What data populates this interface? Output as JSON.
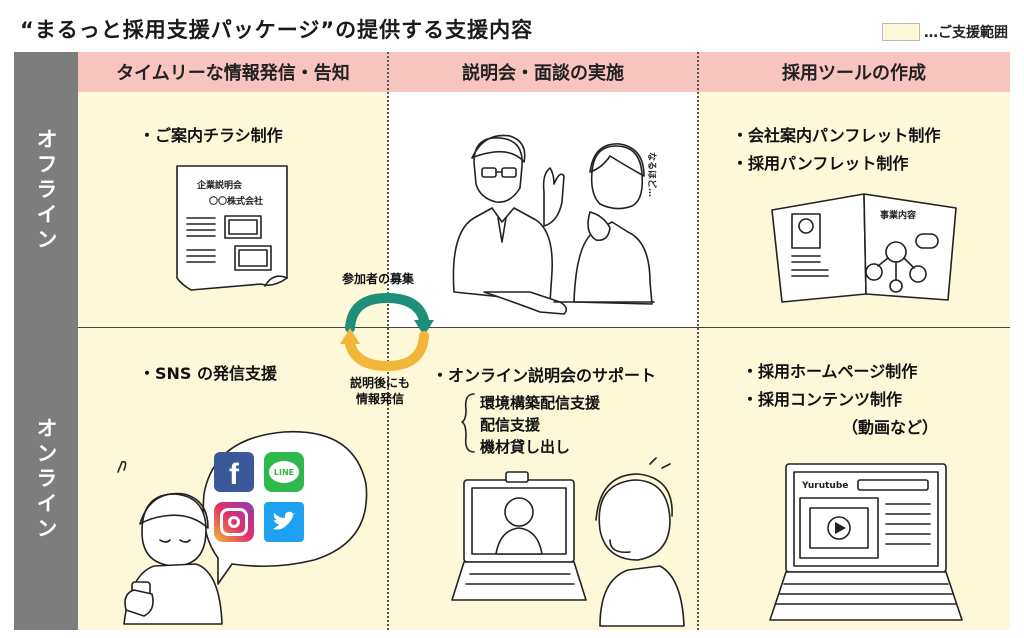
{
  "title": "“まるっと採用支援パッケージ”の提供する支援内容",
  "legend": {
    "label": "…ご支援範囲",
    "color": "#fdf8d8"
  },
  "columns": [
    {
      "label": "タイムリーな情報発信・告知"
    },
    {
      "label": "説明会・面談の実施"
    },
    {
      "label": "採用ツールの作成"
    }
  ],
  "rows": [
    {
      "label": "オフライン"
    },
    {
      "label": "オンライン"
    }
  ],
  "cells": {
    "offline_info": {
      "bullet": "・ご案内チラシ制作",
      "flyer_title": "企業説明会",
      "flyer_company": "〇〇株式会社"
    },
    "offline_seminar": {
      "speech": "なるほど…"
    },
    "offline_tools": {
      "bullet1": "・会社案内パンフレット制作",
      "bullet2": "・採用パンフレット制作",
      "brochure_label": "事業内容"
    },
    "online_info": {
      "bullet": "・SNS の発信支援",
      "sns_line": "LINE"
    },
    "online_seminar": {
      "bullet": "・オンライン説明会のサポート",
      "items": [
        "環境構築配信支援",
        "配信支援",
        "機材貸し出し"
      ]
    },
    "online_tools": {
      "bullet1": "・採用ホームページ制作",
      "bullet2": "・採用コンテンツ制作",
      "bullet3": "（動画など）",
      "site_logo": "Yurutube"
    }
  },
  "cycle": {
    "top_label": "参加者の募集",
    "bottom_label_1": "説明後にも",
    "bottom_label_2": "情報発信",
    "color_top": "#1f8f7a",
    "color_bottom": "#f2b63a"
  },
  "colors": {
    "header": "#f7c4c0",
    "row_label_bg": "#7d7d7d",
    "cell_bg": "#fdf8d8"
  }
}
